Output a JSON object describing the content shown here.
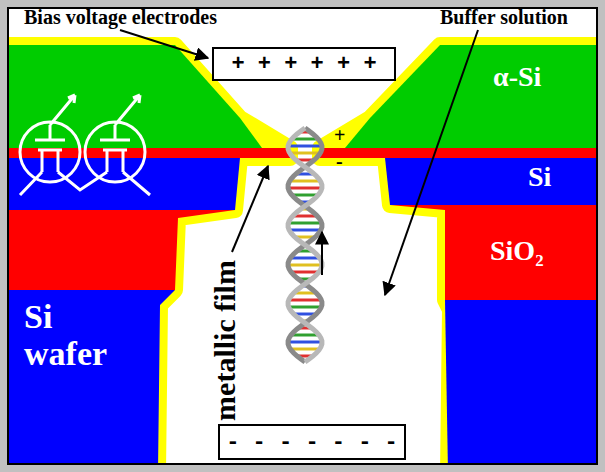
{
  "diagram": {
    "nodes": [
      {
        "text": [
          "+ + + + + +"
        ]
      },
      {
        "text": [
          "- - - - - - -"
        ]
      }
    ],
    "labels": [
      "Bias voltage electrodes",
      "Buffer solution",
      "α-Si",
      "Si",
      "SiO₂",
      "Si wafer",
      "metallic film",
      "+",
      "-"
    ]
  }
}
